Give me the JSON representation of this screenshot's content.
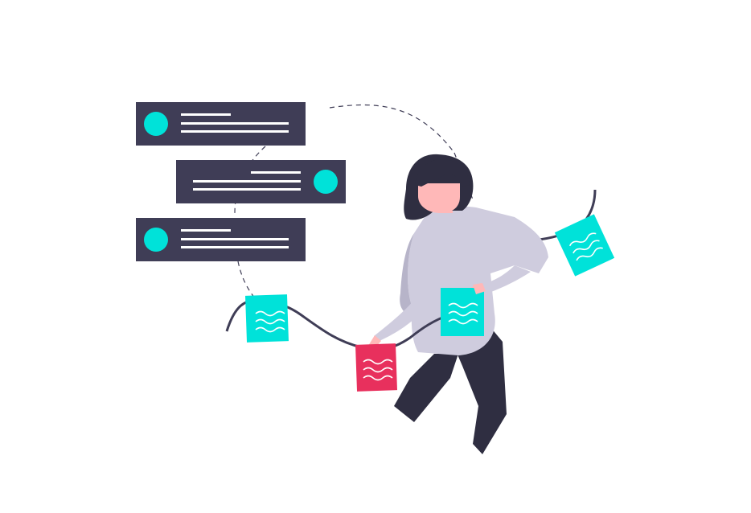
{
  "illustration": {
    "subject": "person-hanging-notes",
    "colors": {
      "background": "#ffffff",
      "card": "#3f3d56",
      "card_line": "#ffffff",
      "accent": "#00e2d9",
      "highlight": "#e8305d",
      "shirt": "#cfccde",
      "shirt_shadow": "#b7b4c9",
      "pants": "#2f2e41",
      "hair": "#2f2e41",
      "skin": "#ffb8b8",
      "string": "#3f3d56",
      "dashed_path": "#3f3d56"
    },
    "message_cards": [
      {
        "avatar": "left",
        "avatar_color": "#00e2d9"
      },
      {
        "avatar": "right",
        "avatar_color": "#00e2d9"
      },
      {
        "avatar": "left",
        "avatar_color": "#00e2d9"
      }
    ],
    "hanging_notes": [
      {
        "color": "#00e2d9"
      },
      {
        "color": "#e8305d"
      },
      {
        "color": "#00e2d9"
      },
      {
        "color": "#00e2d9"
      }
    ]
  }
}
